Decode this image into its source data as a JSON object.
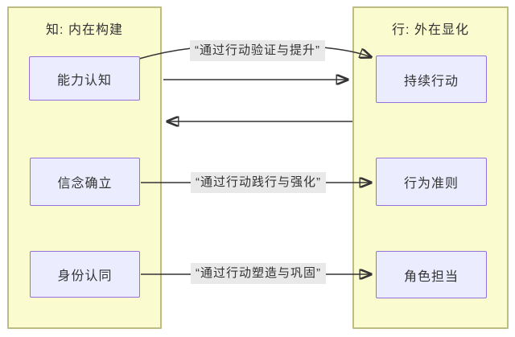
{
  "diagram": {
    "left_panel": {
      "title": "知: 内在构建",
      "nodes": [
        {
          "label": "能力认知"
        },
        {
          "label": "信念确立"
        },
        {
          "label": "身份认同"
        }
      ]
    },
    "right_panel": {
      "title": "行: 外在显化",
      "nodes": [
        {
          "label": "持续行动"
        },
        {
          "label": "行为准则"
        },
        {
          "label": "角色担当"
        }
      ]
    },
    "edges": [
      {
        "from": "能力认知",
        "to": "持续行动",
        "label": "“通过行动验证与提升”",
        "direction": "right",
        "style": "curved"
      },
      {
        "from": "能力认知",
        "to": "持续行动",
        "label": "",
        "direction": "right",
        "style": "straight"
      },
      {
        "from": "持续行动",
        "to": "能力认知",
        "label": "",
        "direction": "left",
        "style": "straight"
      },
      {
        "from": "信念确立",
        "to": "行为准则",
        "label": "“通过行动践行与强化”",
        "direction": "right",
        "style": "straight"
      },
      {
        "from": "身份认同",
        "to": "角色担当",
        "label": "“通过行动塑造与巩固”",
        "direction": "right",
        "style": "straight"
      }
    ],
    "colors": {
      "panel_fill": "#fbfbd0",
      "panel_border": "#bcbc84",
      "node_fill": "#ececff",
      "node_border": "#9370db",
      "edge_label_bg": "#e9e9e9",
      "arrow": "#333333",
      "text": "#333333",
      "background": "#ffffff"
    }
  }
}
